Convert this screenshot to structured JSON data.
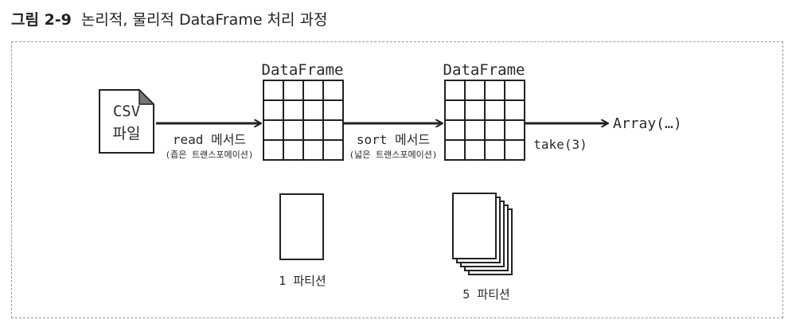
{
  "figure": {
    "number": "그림 2-9",
    "title": "논리적, 물리적 DataFrame 처리 과정"
  },
  "nodes": {
    "csv_file": {
      "line1": "CSV",
      "line2": "파일"
    },
    "dataframe_1": {
      "label": "DataFrame"
    },
    "dataframe_2": {
      "label": "DataFrame"
    },
    "result": {
      "label": "Array(…)"
    }
  },
  "edges": {
    "read": {
      "label": "read 메서드",
      "sublabel": "(좁은 트랜스포메이션)"
    },
    "sort": {
      "label": "sort 메서드",
      "sublabel": "(넓은 트랜스포메이션)"
    },
    "take": {
      "label": "take(3)"
    }
  },
  "partitions": {
    "left": {
      "label": "1 파티션",
      "count": 1
    },
    "right": {
      "label": "5 파티션",
      "count": 5
    }
  }
}
